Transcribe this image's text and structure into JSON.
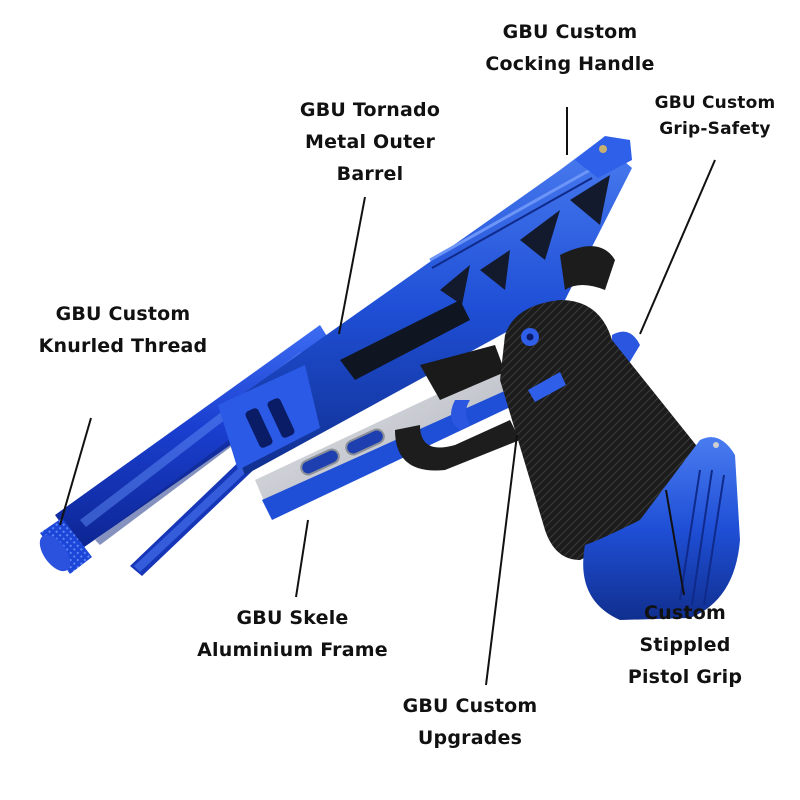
{
  "colors": {
    "background": "#ffffff",
    "text": "#111111",
    "leader_line": "#111111",
    "anodized_blue": "#1f4fd6",
    "blue_highlight": "#4a7cf0",
    "blue_shadow": "#102f8f",
    "grip_black": "#1b1b1b",
    "silver": "#c9ccd2"
  },
  "labels": [
    {
      "id": "cocking-handle",
      "lines": [
        "GBU Custom",
        "Cocking Handle"
      ]
    },
    {
      "id": "grip-safety",
      "lines": [
        "GBU Custom",
        "Grip-Safety"
      ]
    },
    {
      "id": "outer-barrel",
      "lines": [
        "GBU Tornado",
        "Metal Outer",
        "Barrel"
      ]
    },
    {
      "id": "knurled-thread",
      "lines": [
        "GBU Custom",
        "Knurled Thread"
      ]
    },
    {
      "id": "skele-frame",
      "lines": [
        "GBU Skele",
        "Aluminium Frame"
      ]
    },
    {
      "id": "custom-upgrades",
      "lines": [
        "GBU Custom",
        "Upgrades"
      ]
    },
    {
      "id": "stippled-grip",
      "lines": [
        "Custom",
        "Stippled",
        "Pistol Grip"
      ]
    }
  ],
  "product_image": {
    "subject": "blue anodized airsoft pistol with labeled upgrade parts"
  }
}
